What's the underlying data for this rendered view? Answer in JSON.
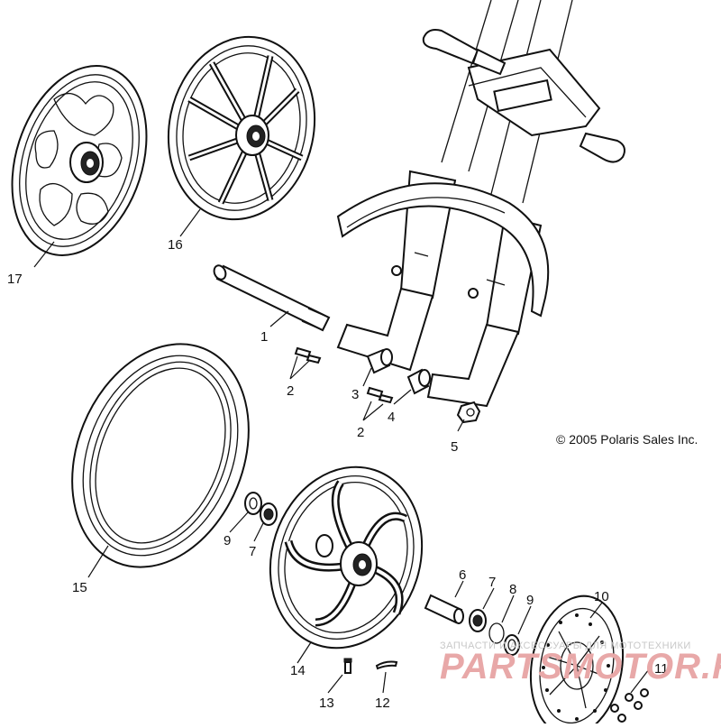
{
  "copyright": "© 2005 Polaris Sales Inc.",
  "watermark": {
    "caption": "ЗАПЧАСТИ И АКСЕССУАРЫ ДЛЯ МОТОТЕХНИКИ",
    "brand": "PARTSMOTOR.RU"
  },
  "callouts": [
    "1",
    "2",
    "2",
    "3",
    "4",
    "5",
    "6",
    "7",
    "7",
    "8",
    "9",
    "9",
    "10",
    "11",
    "12",
    "13",
    "14",
    "15",
    "16",
    "17"
  ]
}
